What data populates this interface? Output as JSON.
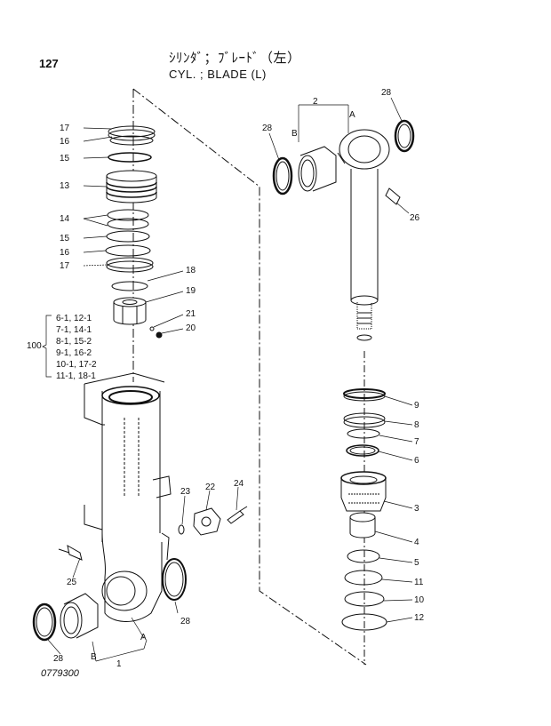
{
  "header": {
    "page_number": "127",
    "title_jp": "ｼﾘﾝﾀﾞ；ﾌﾞﾚｰﾄﾞ（左）",
    "title_en": "CYL. ; BLADE (L)"
  },
  "drawing_number": "0779300",
  "callouts": {
    "n17a": "17",
    "n16a": "16",
    "n15a": "15",
    "n13": "13",
    "n14": "14",
    "n15b": "15",
    "n16b": "16",
    "n17b": "17",
    "n18": "18",
    "n19": "19",
    "n21": "21",
    "n20": "20",
    "n23": "23",
    "n22": "22",
    "n24": "24",
    "n25": "25",
    "n28a": "28",
    "n28b": "28",
    "n28c": "28",
    "n28d": "28",
    "n2": "2",
    "nA1": "A",
    "nB1": "B",
    "n26": "26",
    "n9": "9",
    "n8": "8",
    "n7": "7",
    "n6": "6",
    "n3": "3",
    "n4": "4",
    "n5": "5",
    "n11": "11",
    "n10": "10",
    "n12": "12",
    "nA2": "A",
    "nB2": "B",
    "n1": "1"
  },
  "kit": {
    "label": "100",
    "rows": [
      "6-1, 12-1",
      "7-1, 14-1",
      "8-1, 15-2",
      "9-1, 16-2",
      "10-1, 17-2",
      "11-1, 18-1"
    ]
  }
}
